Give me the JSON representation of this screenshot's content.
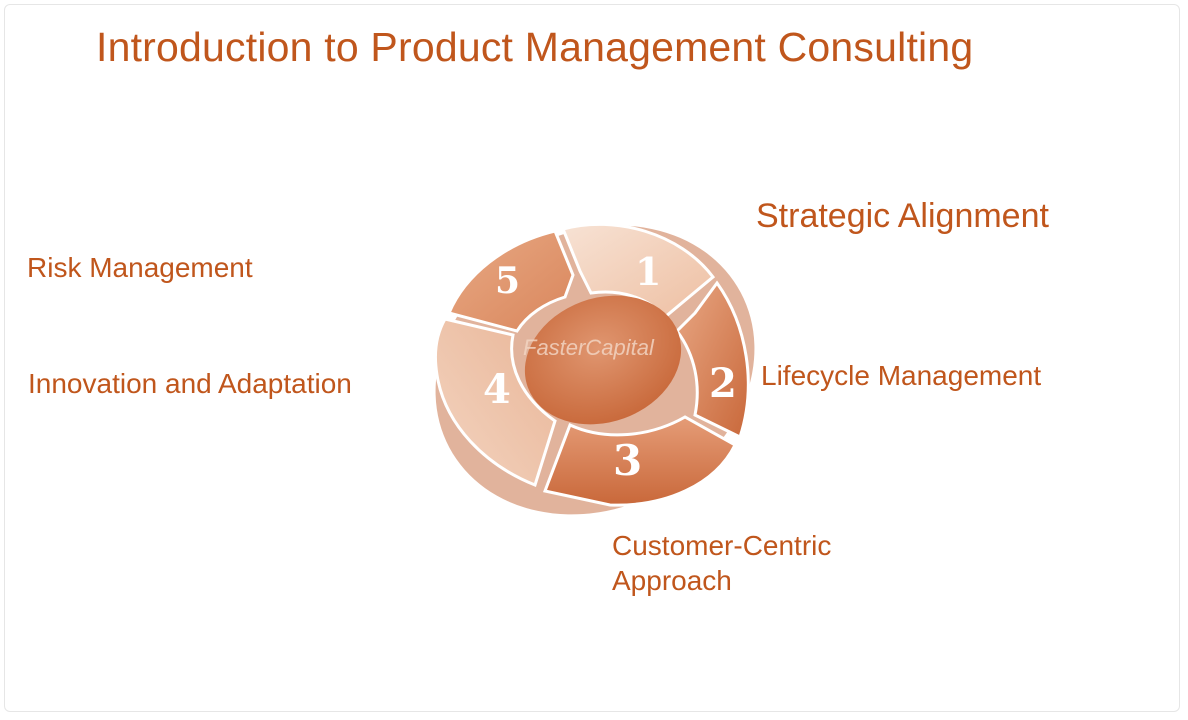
{
  "title": "Introduction to Product Management Consulting",
  "segments": [
    {
      "number": "1",
      "label": "Strategic Alignment"
    },
    {
      "number": "2",
      "label": "Lifecycle Management"
    },
    {
      "number": "3",
      "label_lines": [
        "Customer-Centric",
        "Approach"
      ]
    },
    {
      "number": "4",
      "label": "Innovation and Adaptation"
    },
    {
      "number": "5",
      "label": "Risk Management"
    }
  ],
  "watermark": "FasterCapital",
  "colors": {
    "text": "#c0561c",
    "segment_dark": "#d2784a",
    "segment_mid": "#e0a07e",
    "segment_light": "#f2d4c2"
  }
}
